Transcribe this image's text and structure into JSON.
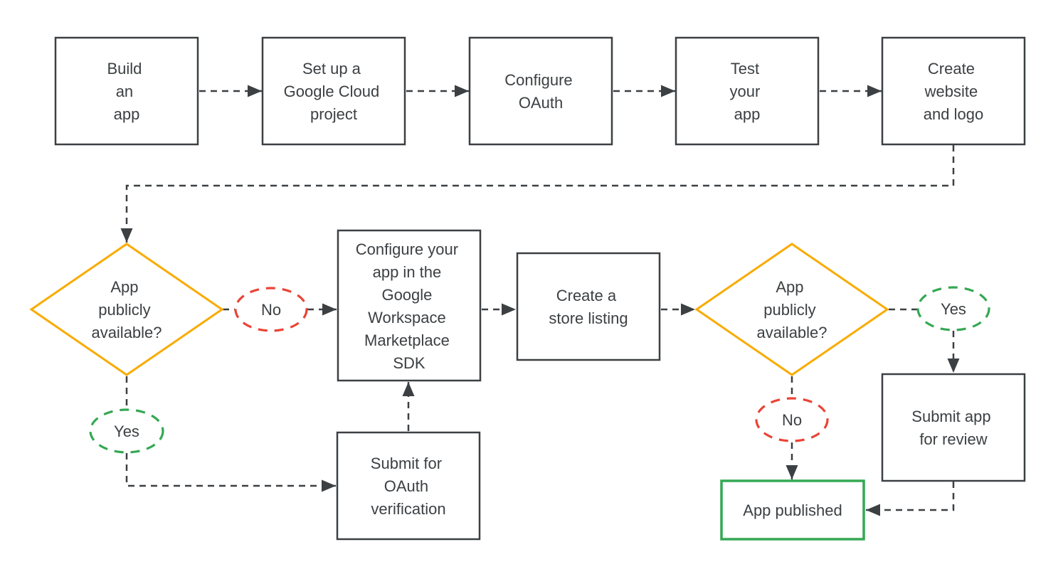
{
  "colors": {
    "line": "#3c4043",
    "box_border": "#3c4043",
    "text": "#3c4043",
    "yellow": "#f9ab00",
    "red": "#ea4335",
    "green": "#34a853"
  },
  "nodes": {
    "build_app": {
      "lines": [
        "Build",
        "an",
        "app"
      ]
    },
    "setup_project": {
      "lines": [
        "Set up a",
        "Google Cloud",
        "project"
      ]
    },
    "configure_oauth": {
      "lines": [
        "Configure",
        "OAuth"
      ]
    },
    "test_app": {
      "lines": [
        "Test",
        "your",
        "app"
      ]
    },
    "create_website": {
      "lines": [
        "Create",
        "website",
        "and logo"
      ]
    },
    "decision_public_1": {
      "lines": [
        "App",
        "publicly",
        "available?"
      ]
    },
    "no_1": {
      "label": "No"
    },
    "yes_1": {
      "label": "Yes"
    },
    "configure_sdk": {
      "lines": [
        "Configure your",
        "app in the",
        "Google",
        "Workspace",
        "Marketplace",
        "SDK"
      ]
    },
    "submit_oauth": {
      "lines": [
        "Submit for",
        "OAuth",
        "verification"
      ]
    },
    "store_listing": {
      "lines": [
        "Create a",
        "store listing"
      ]
    },
    "decision_public_2": {
      "lines": [
        "App",
        "publicly",
        "available?"
      ]
    },
    "yes_2": {
      "label": "Yes"
    },
    "no_2": {
      "label": "No"
    },
    "submit_review": {
      "lines": [
        "Submit app",
        "for review"
      ]
    },
    "app_published": {
      "label": "App published"
    }
  }
}
